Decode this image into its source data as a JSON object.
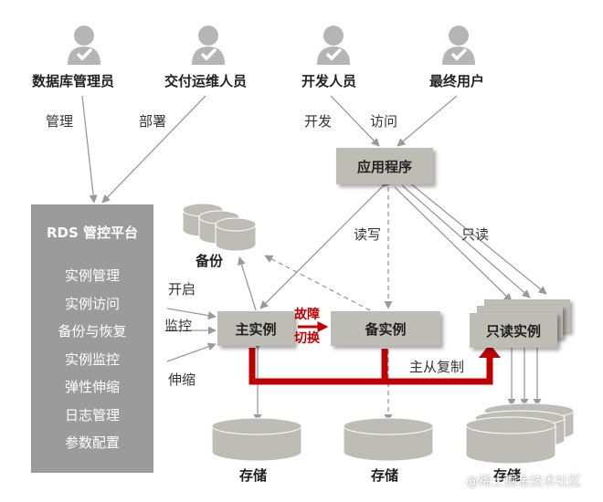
{
  "roles": [
    {
      "label": "数据库管理员",
      "action": "管理"
    },
    {
      "label": "交付运维人员",
      "action": "部署"
    },
    {
      "label": "开发人员",
      "action": "开发"
    },
    {
      "label": "最终用户",
      "action": "访问"
    }
  ],
  "app": {
    "label": "应用程序"
  },
  "rds": {
    "title": "RDS 管控平台",
    "items": [
      "实例管理",
      "实例访问",
      "备份与恢复",
      "实例监控",
      "弹性伸缩",
      "日志管理",
      "参数配置"
    ]
  },
  "ops": [
    "开启",
    "监控",
    "伸缩"
  ],
  "backup": {
    "label": "备份"
  },
  "instances": {
    "primary": "主实例",
    "standby": "备实例",
    "readonly": "只读实例"
  },
  "edges": {
    "read_write": "读写",
    "read_only": "只读",
    "failover_1": "故障",
    "failover_2": "切换",
    "replication": "主从复制"
  },
  "storage": [
    "存储",
    "存储",
    "存储"
  ],
  "watermark": "@稀土掘金技术社区",
  "colors": {
    "box": "#bdbdb5",
    "rds": "#9b9b9b",
    "person": "#b5b5b5",
    "accent": "#c00000",
    "arrow": "#9a9a9a"
  }
}
